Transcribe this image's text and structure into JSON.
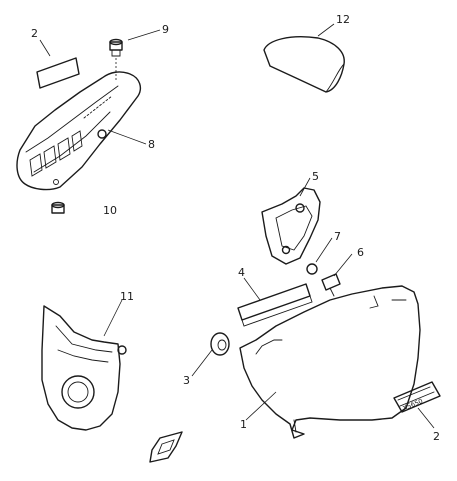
{
  "callouts": [
    {
      "id": "c1",
      "text": "1"
    },
    {
      "id": "c2a",
      "text": "2"
    },
    {
      "id": "c2b",
      "text": "2"
    },
    {
      "id": "c3",
      "text": "3"
    },
    {
      "id": "c4",
      "text": "4"
    },
    {
      "id": "c5",
      "text": "5"
    },
    {
      "id": "c6",
      "text": "6"
    },
    {
      "id": "c7",
      "text": "7"
    },
    {
      "id": "c8",
      "text": "8"
    },
    {
      "id": "c9",
      "text": "9"
    },
    {
      "id": "c10",
      "text": "10"
    },
    {
      "id": "c11",
      "text": "11"
    },
    {
      "id": "c12",
      "text": "12"
    }
  ],
  "badge": {
    "text": "XS650"
  },
  "ink_color": "#1b1b1b",
  "background_color": "#ffffff"
}
